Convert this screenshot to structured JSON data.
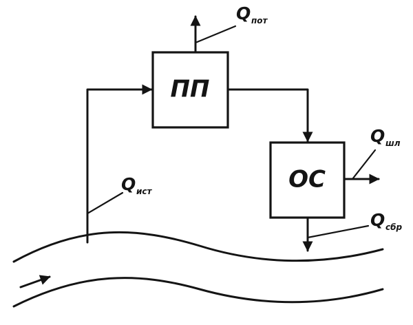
{
  "nodes": {
    "pp": {
      "label": "ПП"
    },
    "os": {
      "label": "ОС"
    }
  },
  "flows": {
    "q_pot": {
      "symbol": "Q",
      "subscript": "пот"
    },
    "q_sh": {
      "symbol": "Q",
      "subscript": "шл"
    },
    "q_ist": {
      "symbol": "Q",
      "subscript": "ист"
    },
    "q_sbr": {
      "symbol": "Q",
      "subscript": "сбр"
    }
  },
  "colors": {
    "ink": "#141414",
    "background": "#ffffff"
  }
}
